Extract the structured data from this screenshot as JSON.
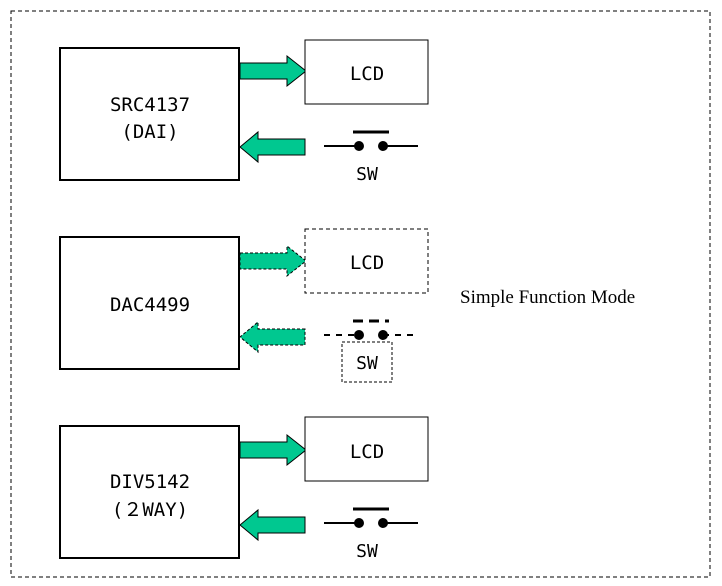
{
  "blocks": [
    {
      "line1": "SRC4137",
      "line2": "(DAI)",
      "lcd": "LCD",
      "sw": "SW",
      "optional": false
    },
    {
      "line1": "DAC4499",
      "line2": "",
      "lcd": "LCD",
      "sw": "SW",
      "optional": true
    },
    {
      "line1": "DIV5142",
      "line2": "(２WAY)",
      "lcd": "LCD",
      "sw": "SW",
      "optional": false
    }
  ],
  "mode_label": "Simple Function Mode",
  "colors": {
    "arrow": "#00c890",
    "line": "#000000",
    "background": "#ffffff"
  }
}
